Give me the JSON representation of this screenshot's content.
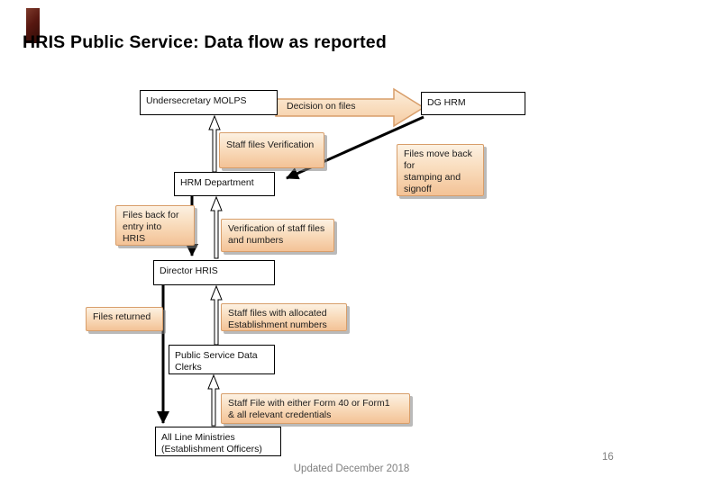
{
  "slide": {
    "title": "HRIS Public Service: Data flow as reported",
    "footer": "Updated December 2018",
    "page_number": "16"
  },
  "colors": {
    "accent_maroon": "#571710",
    "peach_fill_top": "#FCF1E2",
    "peach_fill_bottom": "#F3C296",
    "peach_border": "#D89E6A",
    "footer_gray": "#7F7F7F",
    "line_black": "#000000"
  },
  "nodes": {
    "undersecretary": "Undersecretary MOLPS",
    "dg_hrm": "DG HRM",
    "hrm_department": "HRM Department",
    "director_hris": "Director HRIS",
    "public_service_clerks": [
      "Public Service Data",
      "Clerks"
    ],
    "all_line_ministries": [
      "All Line Ministries",
      "(Establishment Officers)"
    ]
  },
  "labels": {
    "decision_on_files": "Decision on files",
    "staff_files_verification": "Staff files Verification",
    "files_move_back": [
      "Files move back for",
      "stamping and signoff"
    ],
    "files_back_entry": [
      "Files back for",
      "entry into",
      "HRIS"
    ],
    "verification_staff_files": [
      "Verification of staff files",
      "and numbers"
    ],
    "files_returned": "Files returned",
    "staff_files_allocated": [
      "Staff files with allocated",
      "Establishment numbers"
    ],
    "staff_file_form": [
      "Staff File with either Form 40 or Form1",
      "& all relevant credentials"
    ]
  },
  "icons": {
    "down_flow_arrow": "solid-black-down-arrow",
    "up_flow_arrow": "outlined-white-up-arrow",
    "decision_block_arrow": "peach-right-block-arrow"
  }
}
